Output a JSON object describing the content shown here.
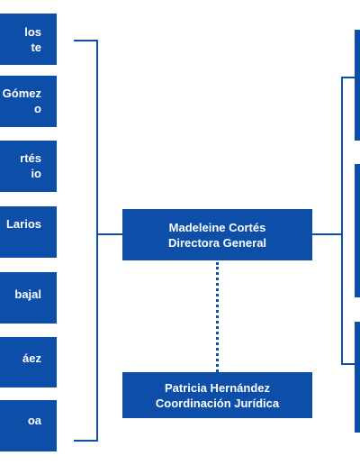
{
  "diagram": {
    "left_boxes": [
      {
        "line1": "los",
        "line2": "te"
      },
      {
        "line1": "Gómez",
        "line2": "o"
      },
      {
        "line1": "rtés",
        "line2": "io"
      },
      {
        "line1": "Larios",
        "line2": ""
      },
      {
        "line1": "bajal",
        "line2": ""
      },
      {
        "line1": "áez",
        "line2": ""
      },
      {
        "line1": "oa",
        "line2": ""
      }
    ],
    "main": {
      "name": "Madeleine Cortés",
      "title": "Directora General"
    },
    "secondary": {
      "name": "Patricia Hernández",
      "title": "Coordinación Jurídica"
    }
  },
  "colors": {
    "box": "#0d4ea8",
    "text": "#ffffff",
    "background": "#ffffff"
  }
}
